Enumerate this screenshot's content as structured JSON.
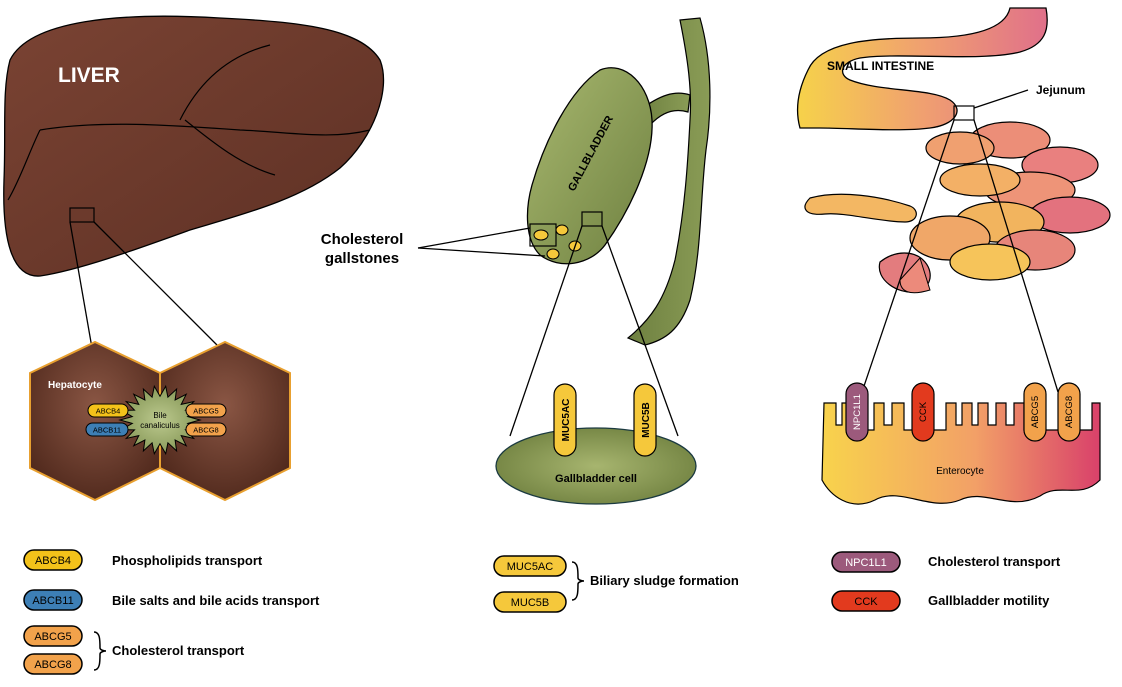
{
  "liver": {
    "title": "LIVER",
    "cell_label": "Hepatocyte",
    "canaliculus_line1": "Bile",
    "canaliculus_line2": "canaliculus",
    "transporters": [
      "ABCB4",
      "ABCB11",
      "ABCG5",
      "ABCG8"
    ]
  },
  "gallbladder": {
    "organ_label": "GALLBLADDER",
    "stones_line1": "Cholesterol",
    "stones_line2": "gallstones",
    "cell_label": "Gallbladder cell",
    "mucins": [
      "MUC5AC",
      "MUC5B"
    ]
  },
  "intestine": {
    "organ_label": "SMALL INTESTINE",
    "segment_label": "Jejunum",
    "cell_label": "Enterocyte",
    "proteins": [
      "NPC1L1",
      "CCK",
      "ABCG5",
      "ABCG8"
    ]
  },
  "legend": {
    "abcb4": {
      "pill": "ABCB4",
      "text": "Phospholipids transport"
    },
    "abcb11": {
      "pill": "ABCB11",
      "text": "Bile salts and bile acids transport"
    },
    "abcg": {
      "pill1": "ABCG5",
      "pill2": "ABCG8",
      "text": "Cholesterol transport"
    },
    "muc": {
      "pill1": "MUC5AC",
      "pill2": "MUC5B",
      "text": "Biliary sludge formation"
    },
    "npc": {
      "pill": "NPC1L1",
      "text": "Cholesterol transport"
    },
    "cck": {
      "pill": "CCK",
      "text": "Gallbladder motility"
    }
  },
  "colors": {
    "liver": "#6e3a2c",
    "gallbladder": "#8ea05a",
    "intestine_pink": "#e0708a",
    "intestine_yellow": "#f6d24a",
    "abcb4": "#f3c21a",
    "abcb11": "#3d7fb5",
    "abcg": "#f2a24b",
    "npc1l1": "#9c5a7c",
    "cck": "#e23a1e",
    "muc": "#f5c83b"
  }
}
